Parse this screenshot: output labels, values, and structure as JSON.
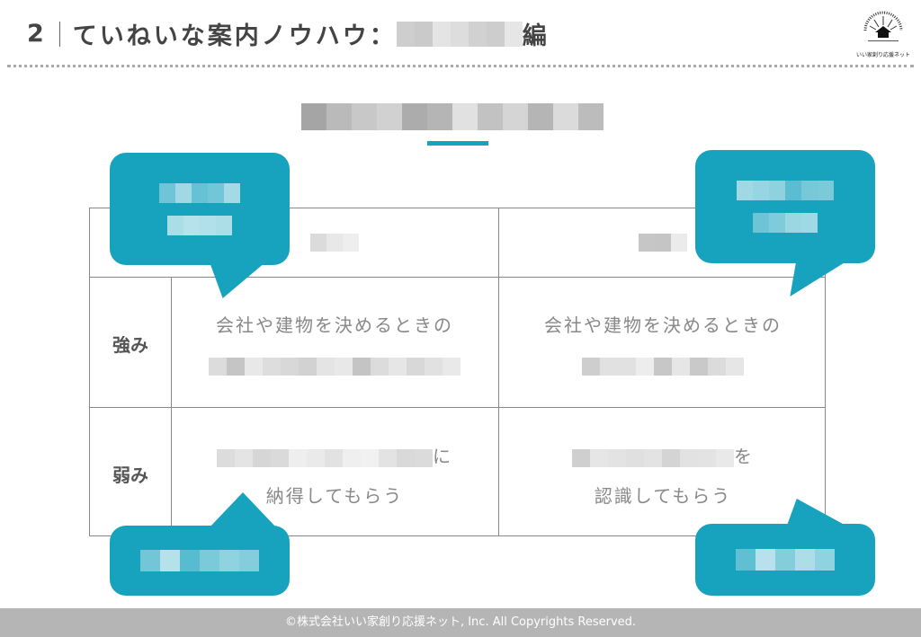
{
  "header": {
    "number": "2",
    "title": "ていねいな案内ノウハウ：",
    "title_suffix": "編"
  },
  "logo": {
    "text": "いい家創り応援ネット"
  },
  "table": {
    "rows": [
      {
        "label": "強み",
        "left": "会社や建物を決めるときの",
        "right": "会社や建物を決めるときの"
      },
      {
        "label": "弱み",
        "left_suffix": "に",
        "left_line2": "納得してもらう",
        "right_suffix": "を",
        "right_line2": "認識してもらう"
      }
    ]
  },
  "colors": {
    "accent": "#17a2be"
  },
  "footer": {
    "text": "©株式会社いい家創り応援ネット, Inc. All Copyrights Reserved."
  }
}
